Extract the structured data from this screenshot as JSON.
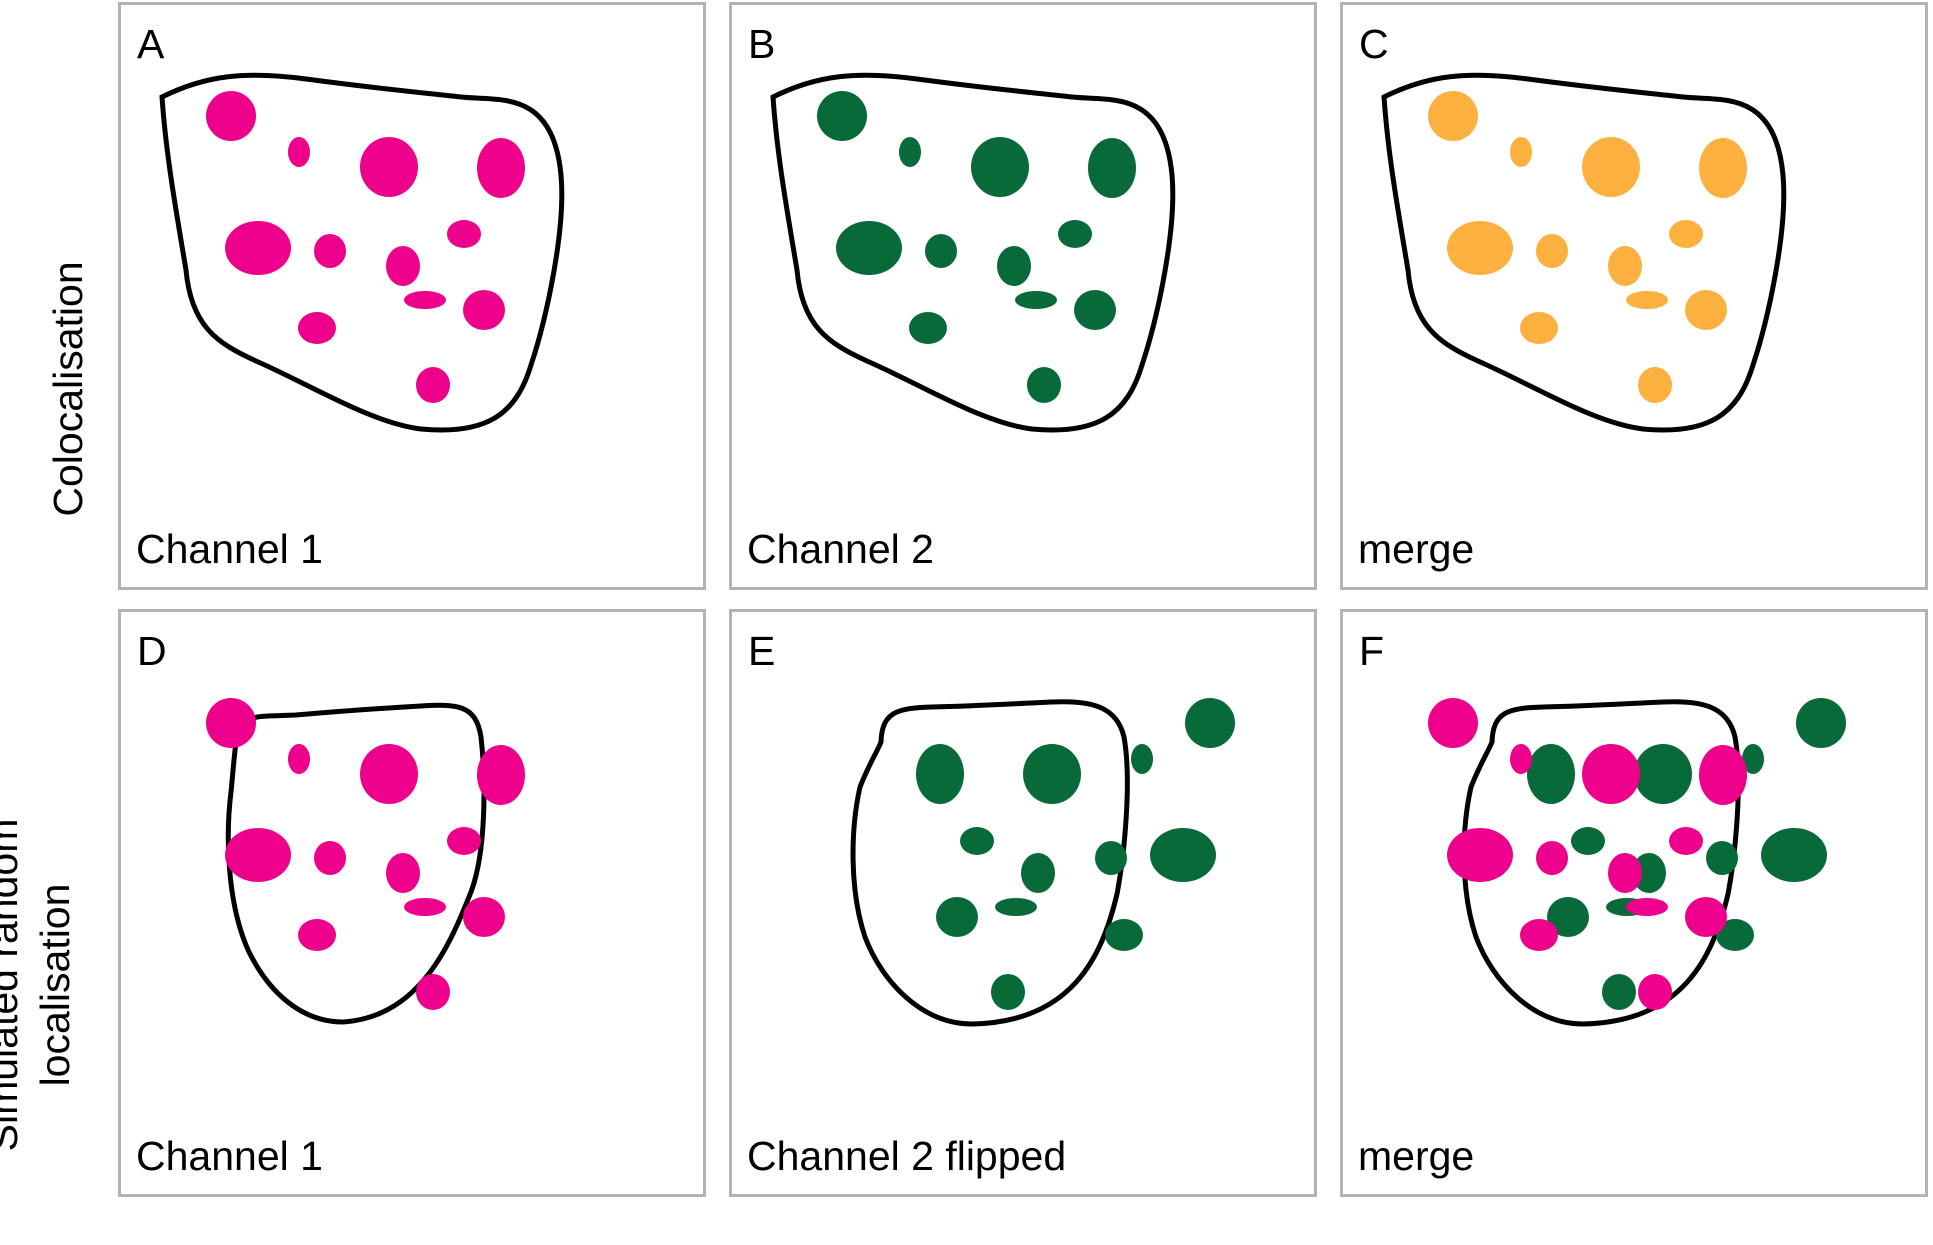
{
  "row_labels": {
    "top": "Colocalisation",
    "bottom_line1": "Simulated random",
    "bottom_line2": "localisation"
  },
  "panels": [
    {
      "letter": "A",
      "caption": "Channel 1"
    },
    {
      "letter": "B",
      "caption": "Channel 2"
    },
    {
      "letter": "C",
      "caption": "merge"
    },
    {
      "letter": "D",
      "caption": "Channel 1"
    },
    {
      "letter": "E",
      "caption": "Channel 2 flipped"
    },
    {
      "letter": "F",
      "caption": "merge"
    }
  ],
  "colors": {
    "channel1": "#ec008c",
    "channel2": "#086a38",
    "merge": "#fbb040",
    "outline": "#000000",
    "panel_border": "#b3b3b3"
  }
}
